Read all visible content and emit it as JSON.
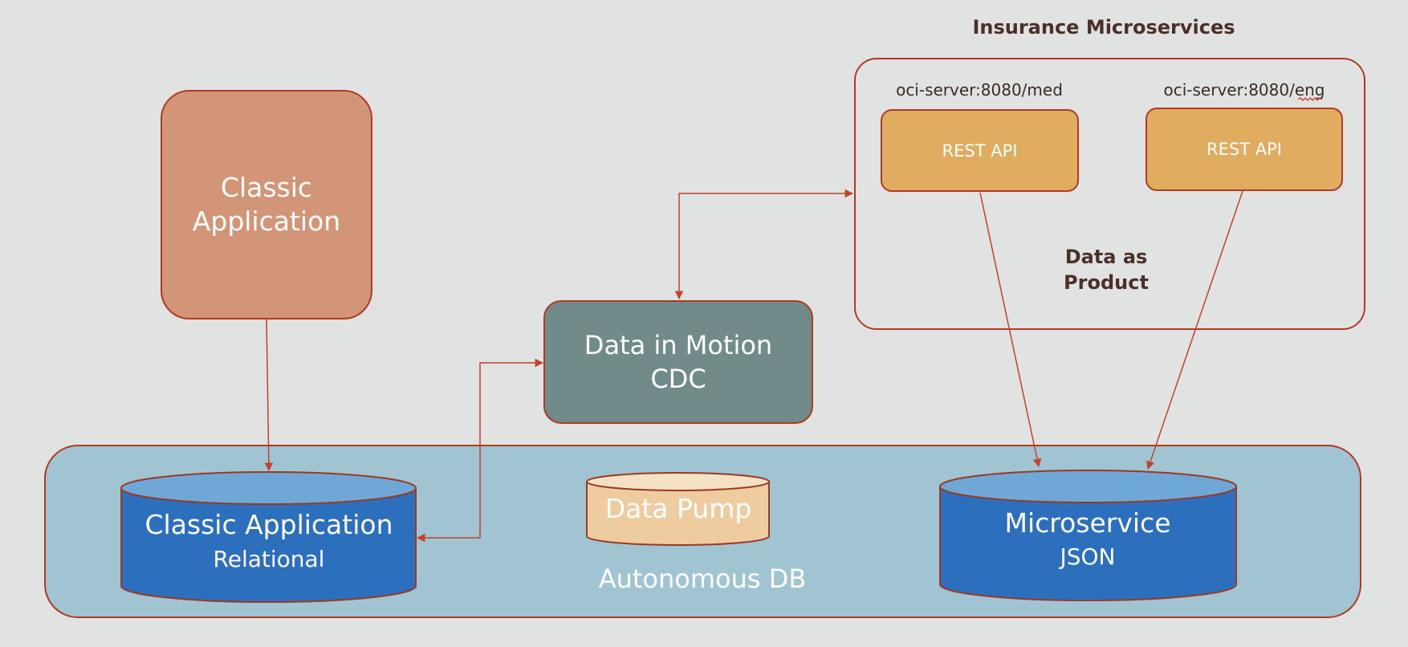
{
  "diagram": {
    "insurance_microservices_title": "Insurance Microservices",
    "classic_application_box": {
      "line1": "Classic",
      "line2": "Application"
    },
    "data_in_motion": {
      "line1": "Data in Motion",
      "line2": "CDC"
    },
    "url_med": "oci-server:8080/med",
    "url_eng": "oci-server:8080/eng",
    "rest_api_1": "REST API",
    "rest_api_2": "REST API",
    "data_as_product": {
      "line1": "Data as",
      "line2": "Product"
    },
    "autonomous_db_label": "Autonomous DB",
    "classic_db": {
      "title": "Classic Application",
      "subtitle": "Relational"
    },
    "microservice_db": {
      "title": "Microservice",
      "subtitle": "JSON"
    },
    "data_pump": "Data Pump"
  },
  "colors": {
    "background": "#e1e3e2",
    "border": "#b03a22",
    "classic_app_fill": "#d39577",
    "cdc_fill": "#718b8a",
    "rest_fill": "#dfac60",
    "autonomous_db_fill": "#a1c4d2",
    "db_cylinder_fill": "#2b6fbd",
    "db_cylinder_top": "#6fa7d7",
    "data_pump_fill": "#eecca0",
    "arrow": "#c4412a"
  }
}
